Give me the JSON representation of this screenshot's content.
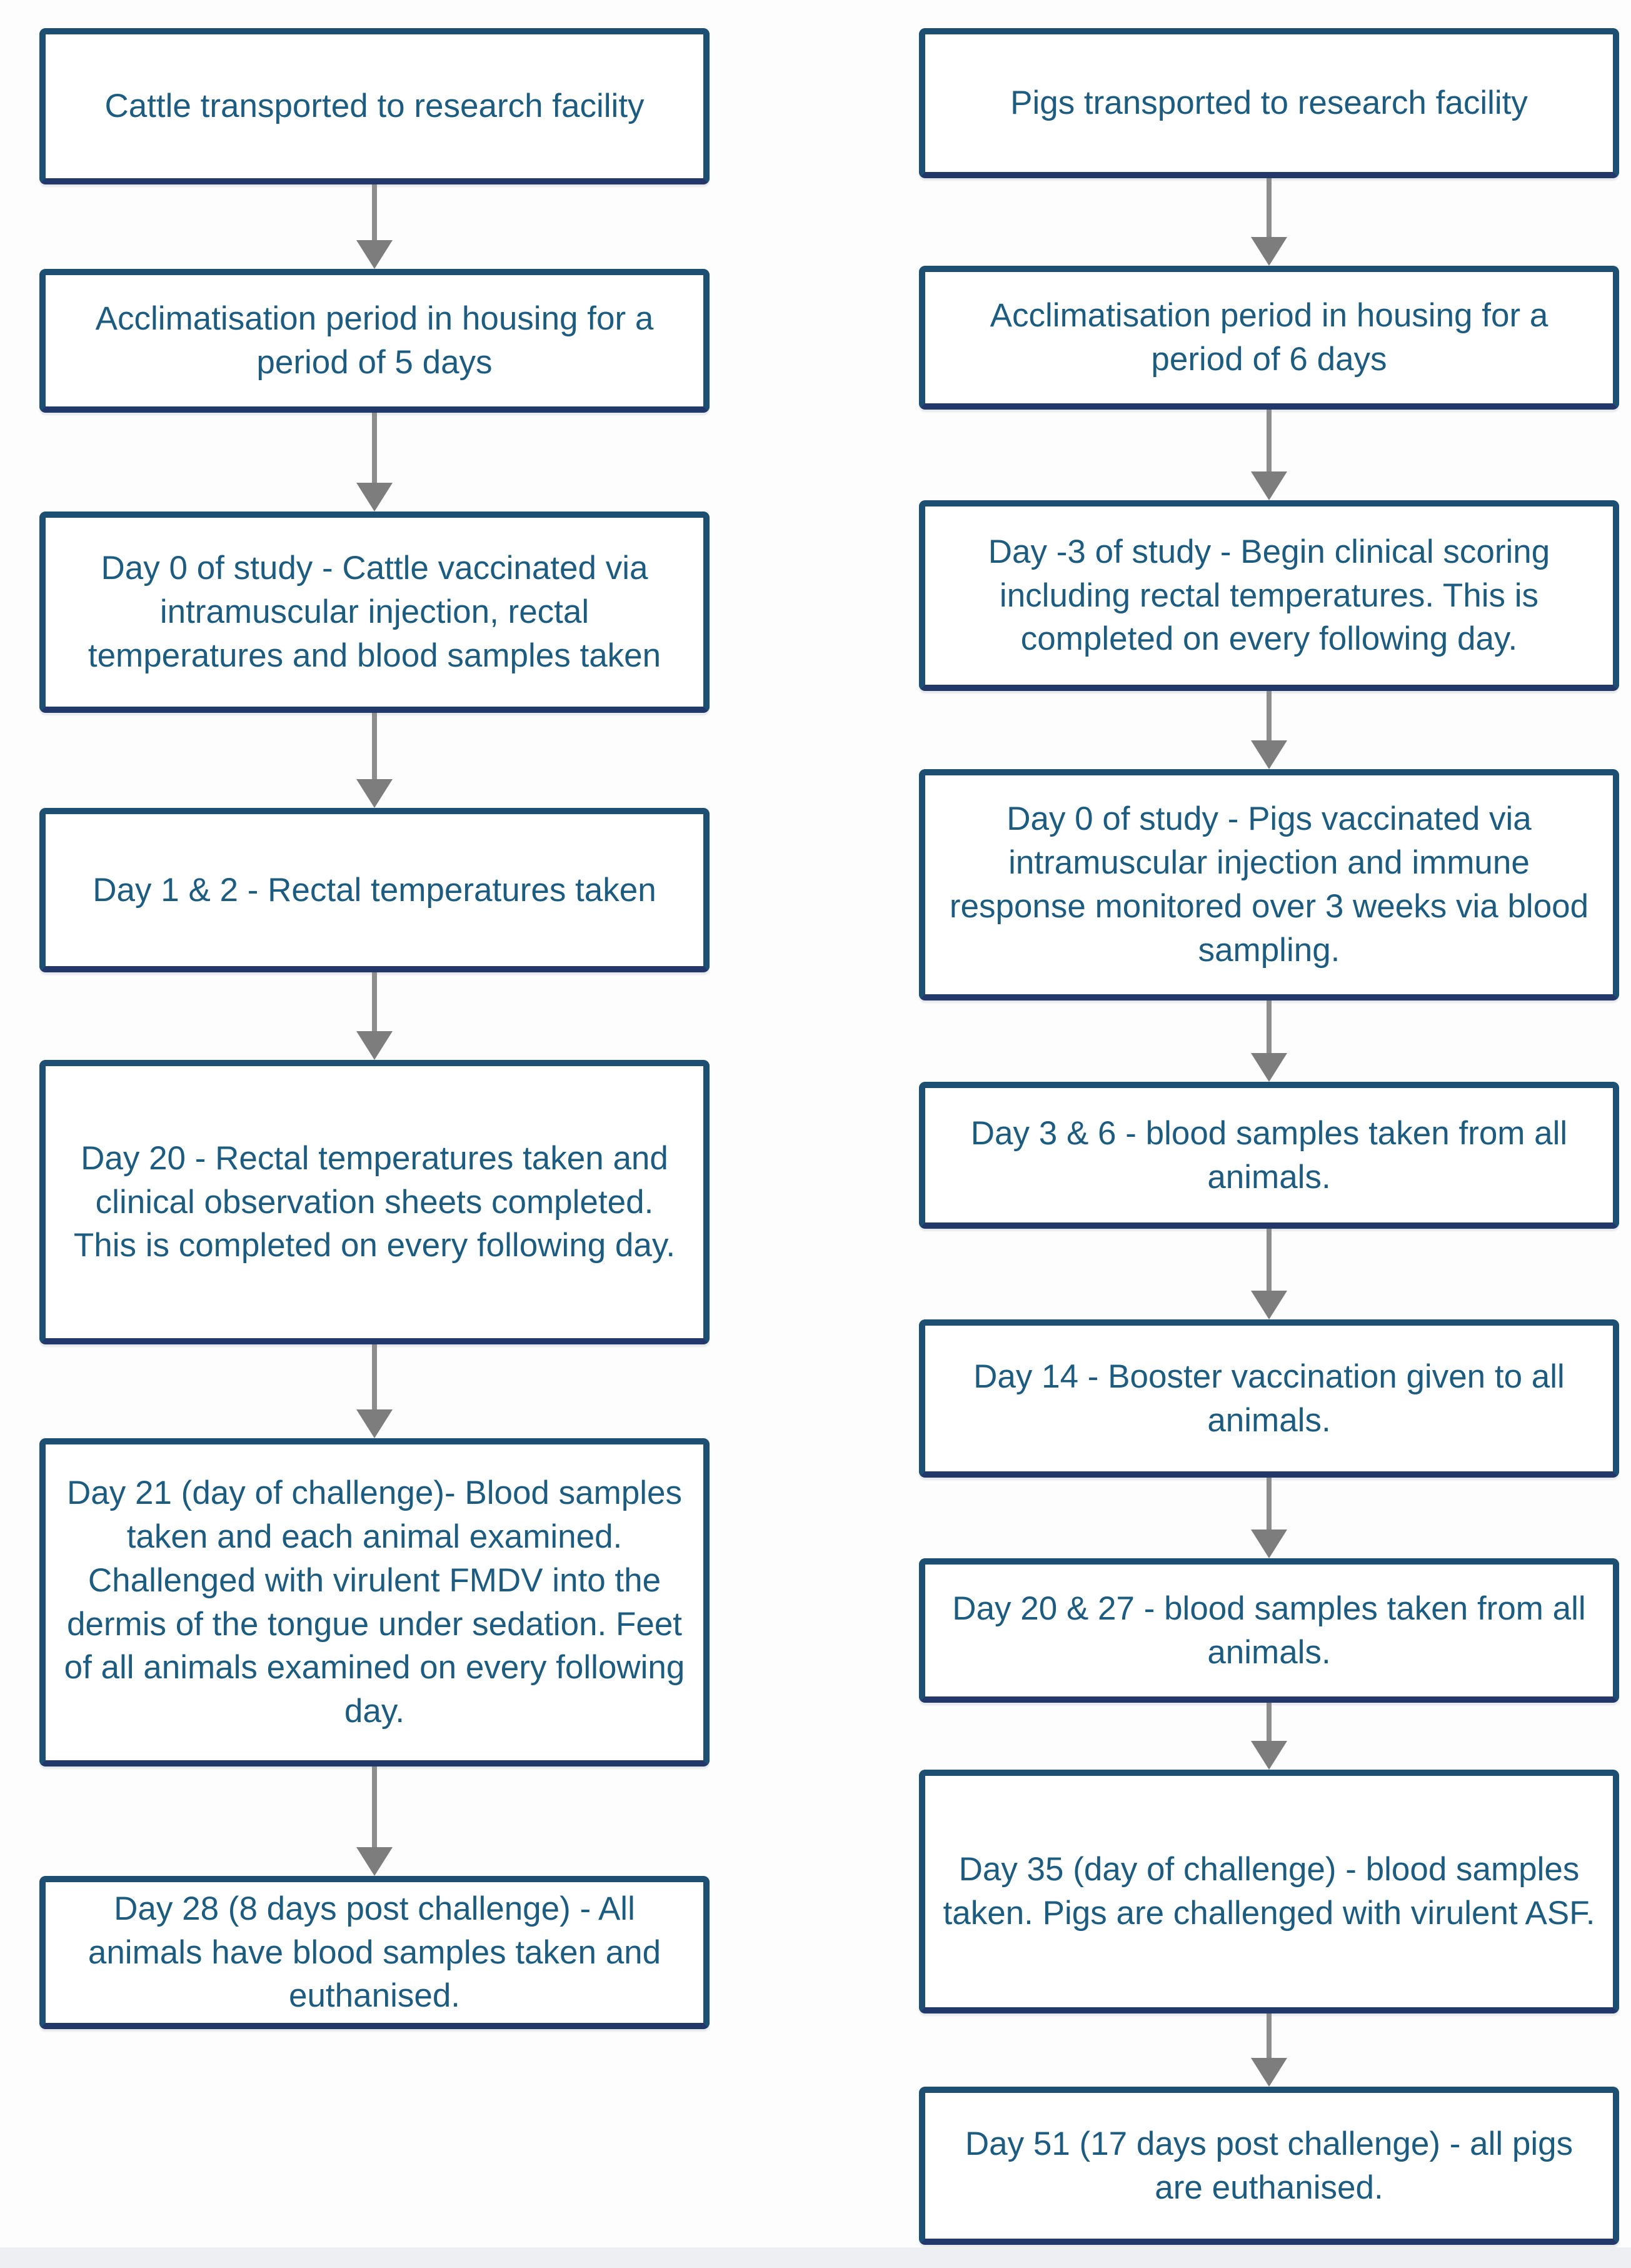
{
  "diagram": {
    "columns": [
      {
        "name": "cattle-timeline",
        "boxes": [
          {
            "text": "Cattle transported to research facility"
          },
          {
            "text": "Acclimatisation period in housing for a period of 5 days"
          },
          {
            "text": "Day 0 of study -  Cattle vaccinated via intramuscular injection, rectal temperatures and blood samples taken"
          },
          {
            "text": "Day 1 & 2 - Rectal temperatures taken"
          },
          {
            "text": "Day 20 - Rectal temperatures taken and clinical observation sheets completed. This is completed  on every following day."
          },
          {
            "text": "Day 21 (day of challenge)- Blood samples taken and each animal examined. Challenged with virulent FMDV into the dermis of the tongue under sedation. Feet of all animals examined on every following day."
          },
          {
            "text": "Day 28 (8 days post challenge) - All animals have blood samples taken and euthanised."
          }
        ]
      },
      {
        "name": "pigs-timeline",
        "boxes": [
          {
            "text": "Pigs transported to research facility"
          },
          {
            "text": "Acclimatisation period in housing for a period of 6 days"
          },
          {
            "text": "Day -3 of study - Begin clinical scoring including rectal temperatures. This is completed on every following day."
          },
          {
            "text": "Day 0 of study - Pigs vaccinated via intramuscular injection and immune response monitored over 3 weeks via blood sampling."
          },
          {
            "text": "Day 3 & 6 - blood samples taken from all animals."
          },
          {
            "text": "Day 14 - Booster vaccination given to all animals."
          },
          {
            "text": "Day 20 & 27 - blood samples taken from all animals."
          },
          {
            "text": "Day 35 (day of challenge) - blood samples taken. Pigs are challenged with virulent ASF."
          },
          {
            "text": "Day 51 (17 days post challenge) -  all pigs are euthanised."
          }
        ]
      }
    ],
    "connector_icon": "down-arrow",
    "colors": {
      "box_border": "#1d4f73",
      "box_border_bottom": "#22386b",
      "box_fill": "#ffffff",
      "text": "#1c5c80",
      "arrow_line": "#8d8d8d",
      "arrow_head": "#7d7d7d",
      "background": "#fdfdfe"
    }
  }
}
